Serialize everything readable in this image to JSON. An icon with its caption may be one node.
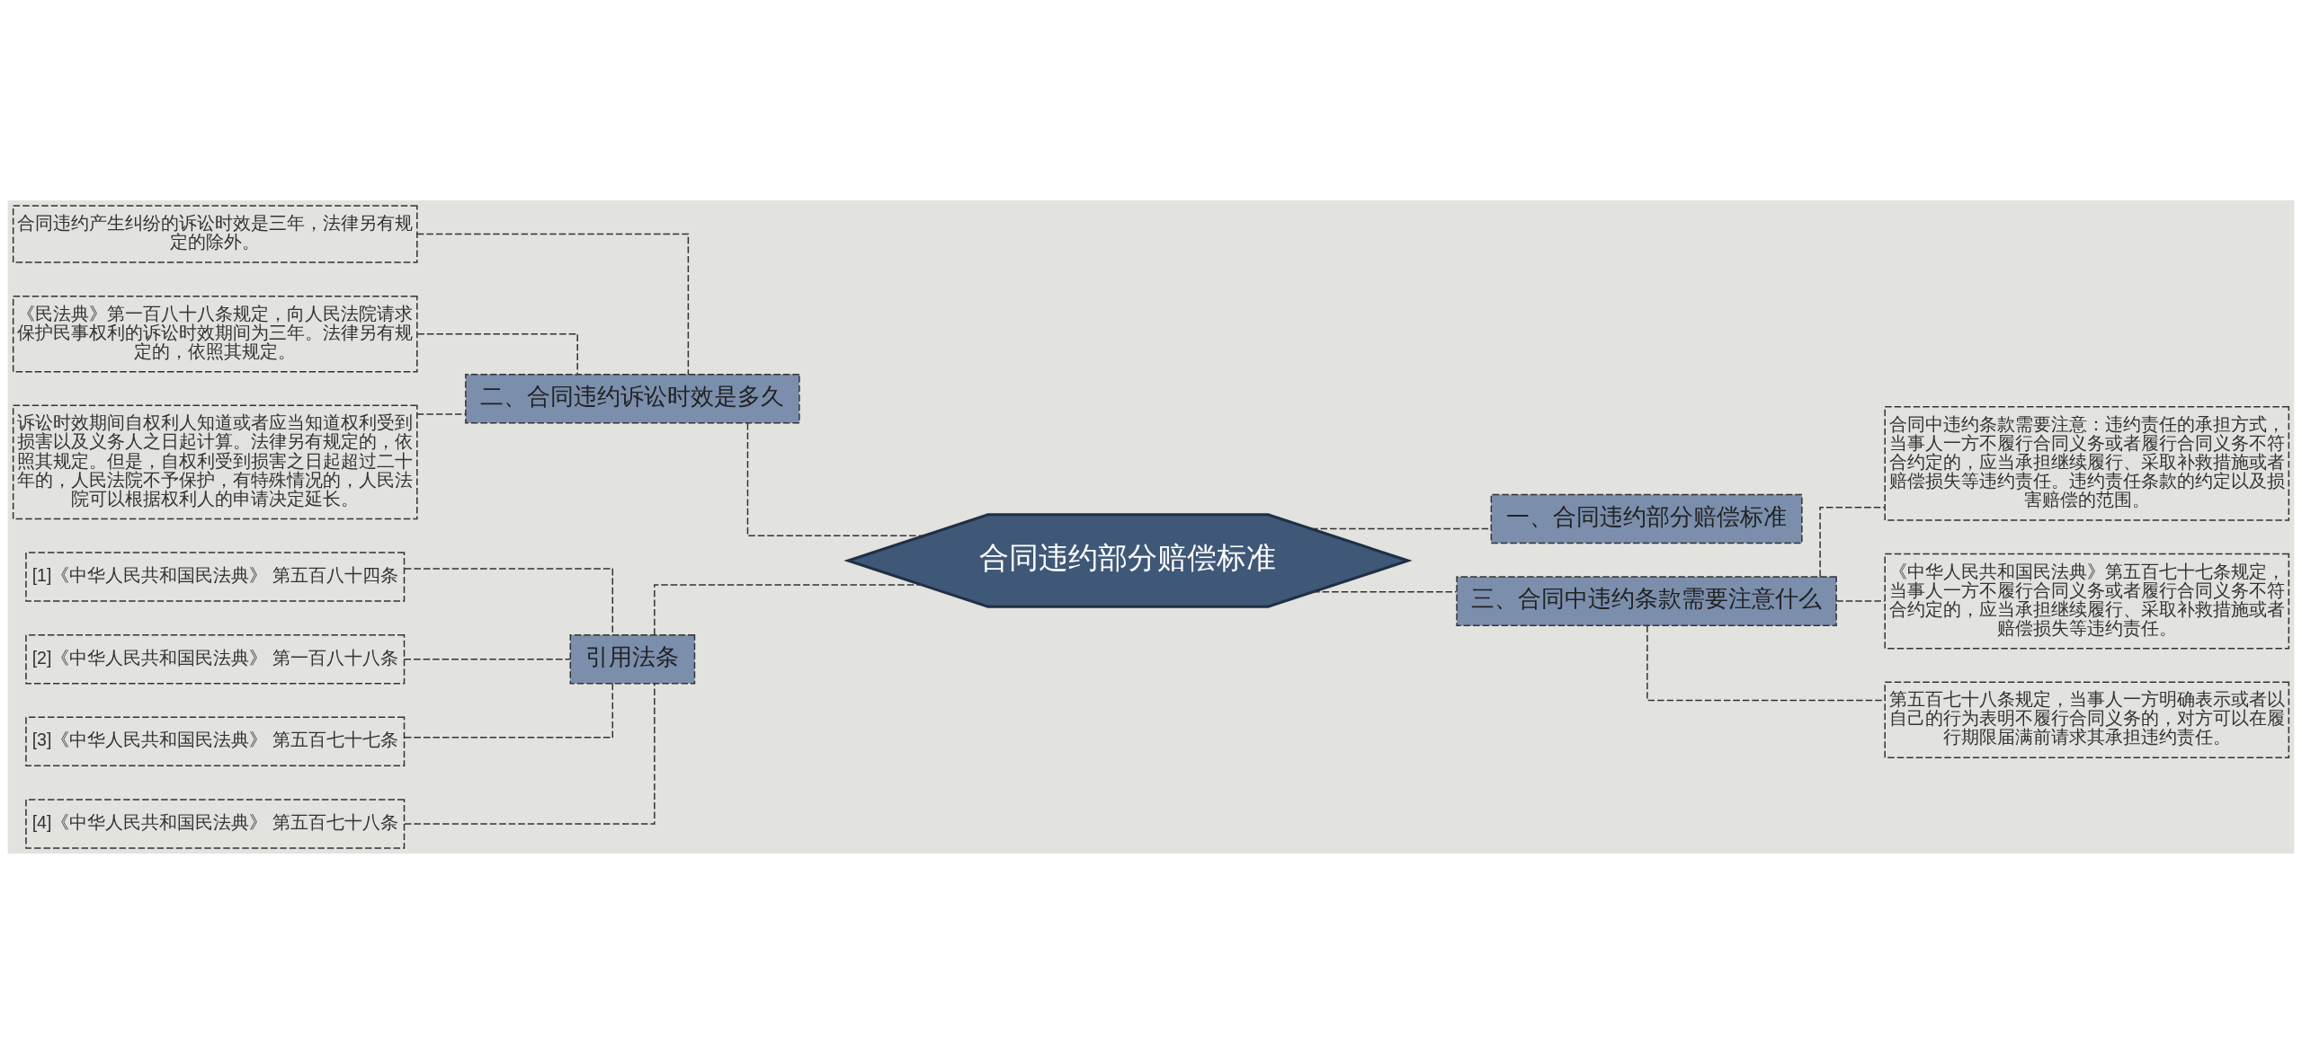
{
  "diagram": {
    "nodes": [
      {
        "text": [
          "合同违约部分赔偿标准"
        ]
      },
      {
        "text": [
          "一、合同违约部分赔偿标准"
        ]
      },
      {
        "text": [
          "三、合同中违约条款需要注意什么"
        ]
      },
      {
        "text": [
          "合同中违约条款需要注意：违约责任的承担方式，当事人一方不履行合同义务或者履行合同义务不符合约定的，应当承担继续履行、采取补救措施或者赔偿损失等违约责任。违约责任条款的约定以及损害赔偿的范围。"
        ]
      },
      {
        "text": [
          "《中华人民共和国民法典》第五百七十七条规定，当事人一方不履行合同义务或者履行合同义务不符合约定的，应当承担继续履行、采取补救措施或者赔偿损失等违约责任。"
        ]
      },
      {
        "text": [
          "第五百七十八条规定，当事人一方明确表示或者以自己的行为表明不履行合同义务的，对方可以在履行期限届满前请求其承担违约责任。"
        ]
      },
      {
        "text": [
          "二、合同违约诉讼时效是多久"
        ]
      },
      {
        "text": [
          "合同违约产生纠纷的诉讼时效是三年，法律另有规定的除外。"
        ]
      },
      {
        "text": [
          "《民法典》第一百八十八条规定，向人民法院请求保护民事权利的诉讼时效期间为三年。法律另有规定的，依照其规定。"
        ]
      },
      {
        "text": [
          "诉讼时效期间自权利人知道或者应当知道权利受到损害以及义务人之日起计算。法律另有规定的，依照其规定。但是，自权利受到损害之日起超过二十年的，人民法院不予保护，有特殊情况的，人民法院可以根据权利人的申请决定延长。"
        ]
      },
      {
        "text": [
          "引用法条"
        ]
      },
      {
        "text": [
          "[1]《中华人民共和国民法典》 第五百八十四条"
        ]
      },
      {
        "text": [
          "[2]《中华人民共和国民法典》 第一百八十八条"
        ]
      },
      {
        "text": [
          "[3]《中华人民共和国民法典》 第五百七十七条"
        ]
      },
      {
        "text": [
          "[4]《中华人民共和国民法典》 第五百七十八条"
        ]
      }
    ],
    "edges": [
      {
        "from": 0,
        "to": 1,
        "arrow": "none",
        "style": "dashed"
      },
      {
        "from": 0,
        "to": 2,
        "arrow": "none",
        "style": "dashed"
      },
      {
        "from": 2,
        "to": 3,
        "arrow": "none",
        "style": "dashed"
      },
      {
        "from": 2,
        "to": 4,
        "arrow": "none",
        "style": "dashed"
      },
      {
        "from": 2,
        "to": 5,
        "arrow": "none",
        "style": "dashed"
      },
      {
        "from": 0,
        "to": 6,
        "arrow": "none",
        "style": "dashed"
      },
      {
        "from": 6,
        "to": 7,
        "arrow": "none",
        "style": "dashed"
      },
      {
        "from": 6,
        "to": 8,
        "arrow": "none",
        "style": "dashed"
      },
      {
        "from": 6,
        "to": 9,
        "arrow": "none",
        "style": "dashed"
      },
      {
        "from": 0,
        "to": 10,
        "arrow": "none",
        "style": "dashed"
      },
      {
        "from": 10,
        "to": 11,
        "arrow": "none",
        "style": "dashed"
      },
      {
        "from": 10,
        "to": 12,
        "arrow": "none",
        "style": "dashed"
      },
      {
        "from": 10,
        "to": 13,
        "arrow": "none",
        "style": "dashed"
      },
      {
        "from": 10,
        "to": 14,
        "arrow": "none",
        "style": "dashed"
      }
    ]
  }
}
